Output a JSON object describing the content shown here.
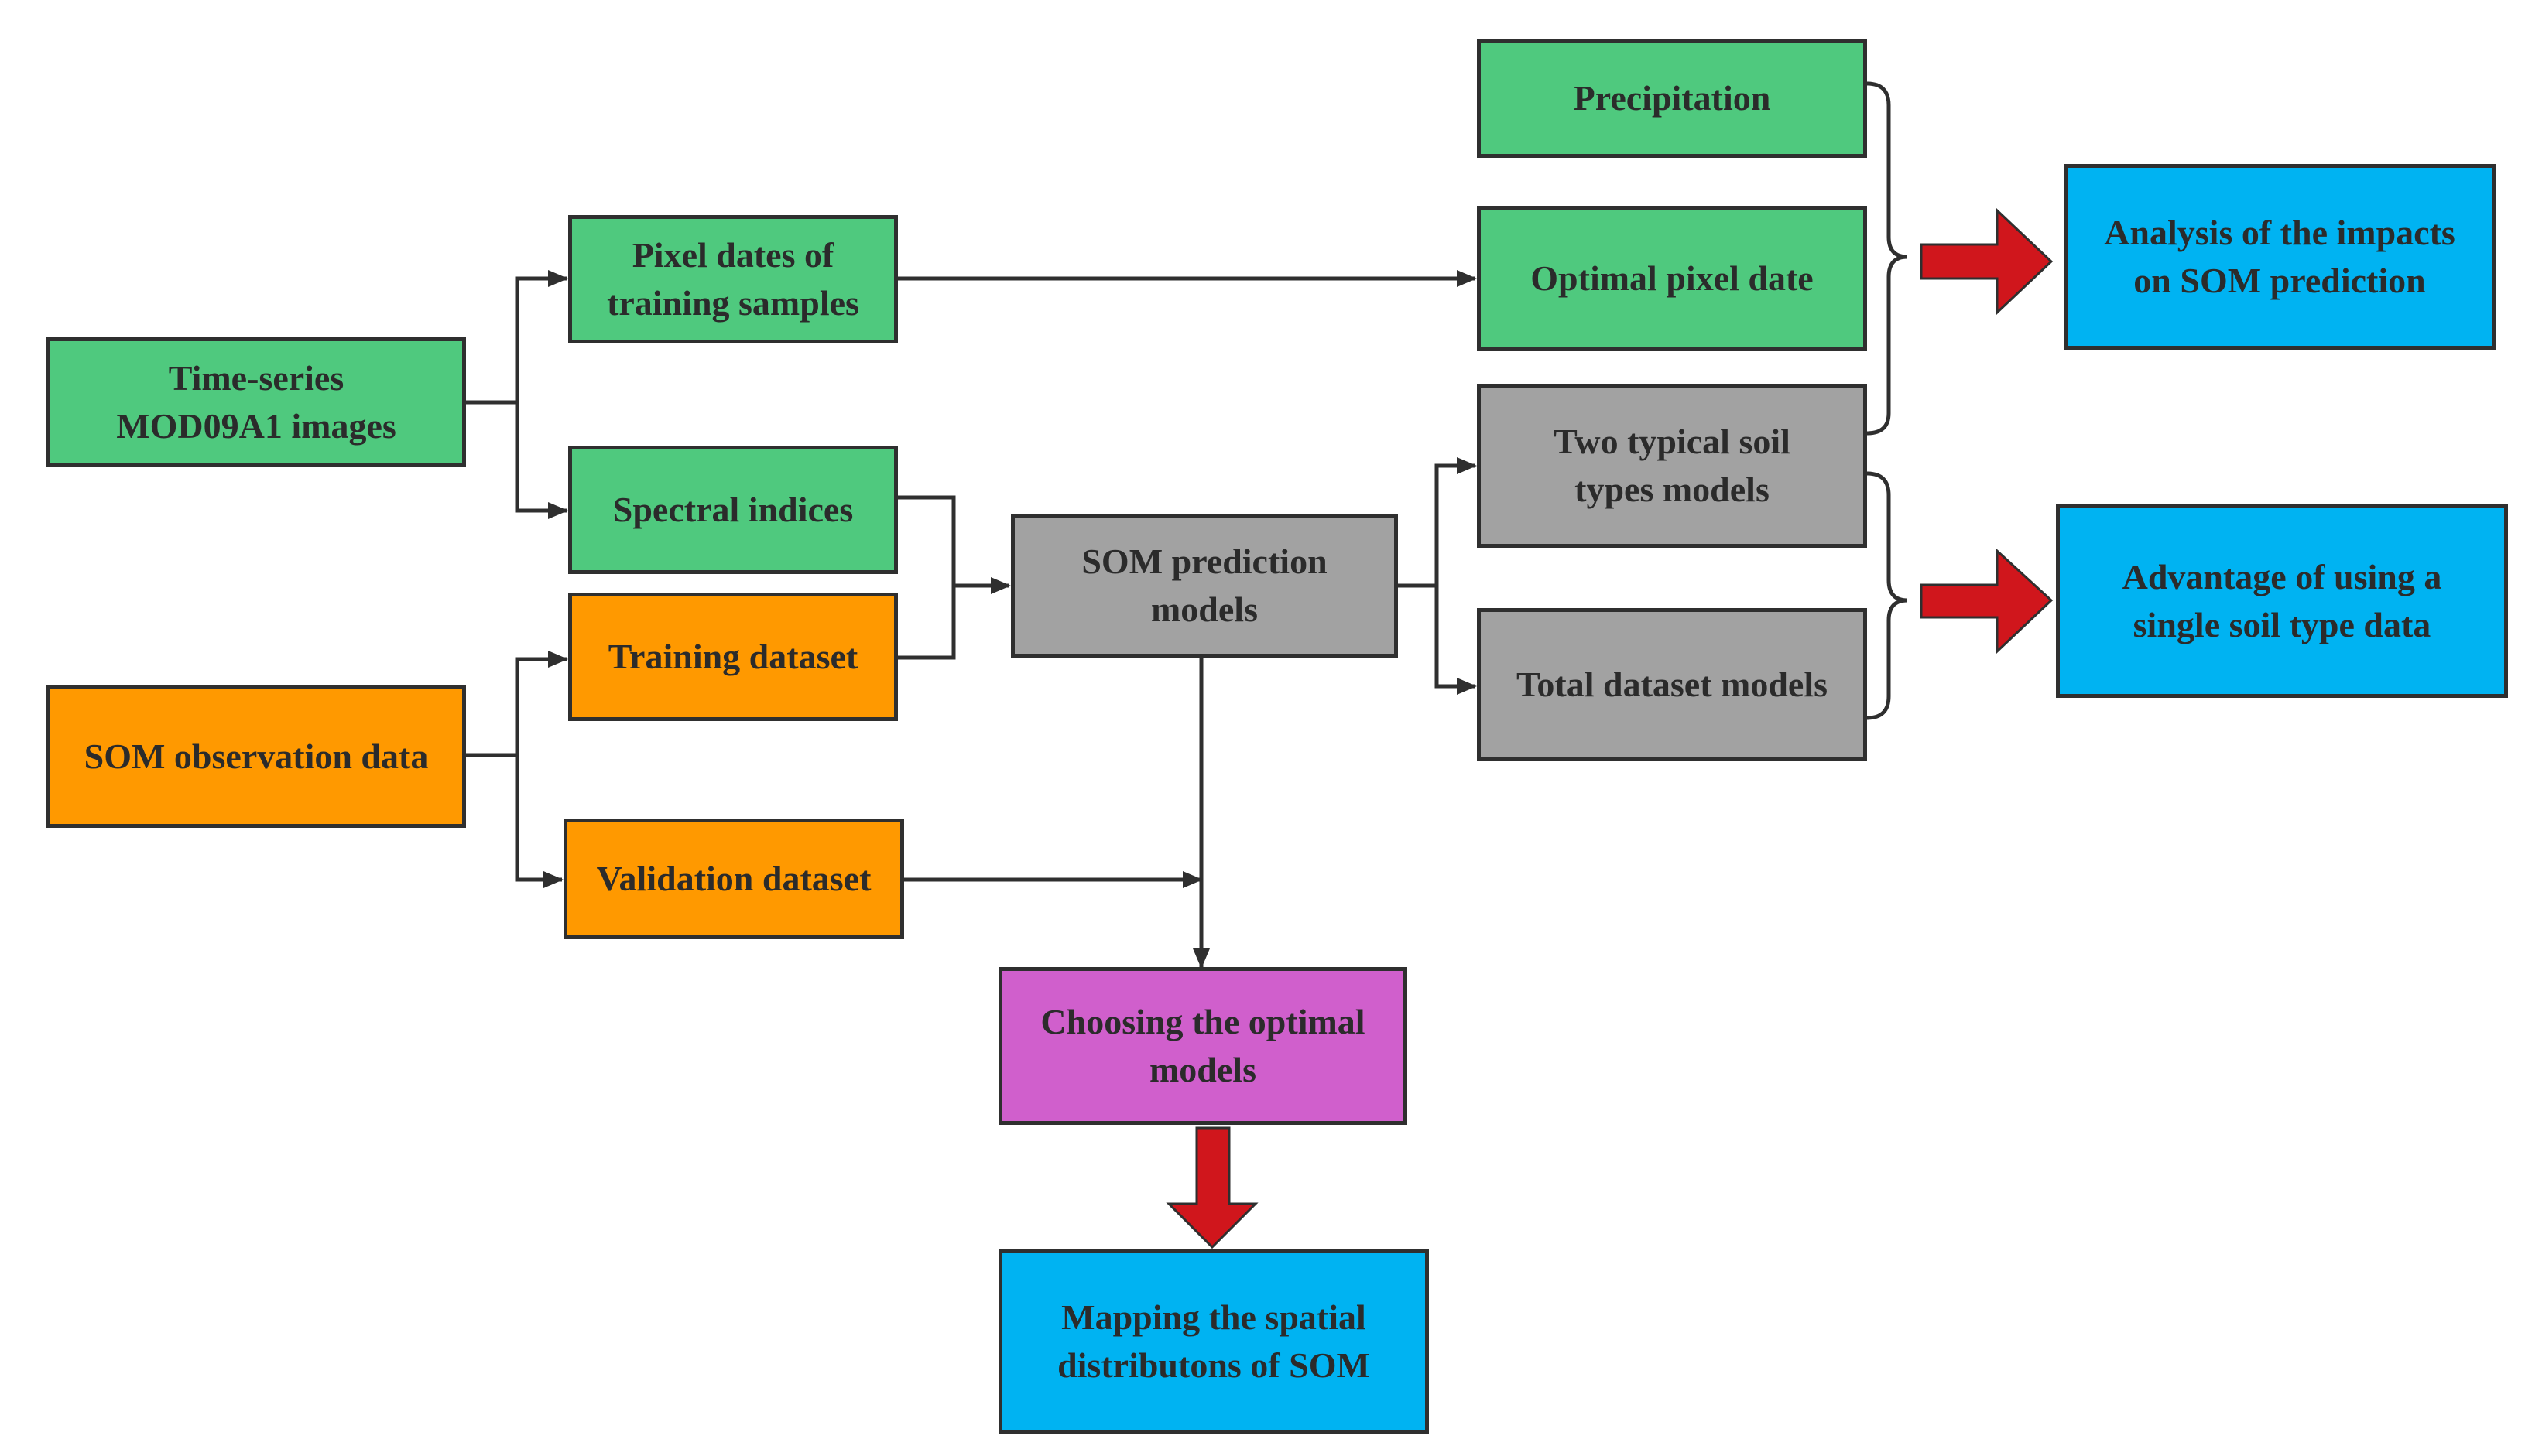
{
  "boxes": {
    "time_series": "Time-series\nMOD09A1 images",
    "pixel_dates": "Pixel dates  of\ntraining samples",
    "spectral_indices": "Spectral indices",
    "som_observation": "SOM observation data",
    "training_dataset": "Training dataset",
    "validation_dataset": "Validation dataset",
    "som_prediction": "SOM prediction\nmodels",
    "precipitation": "Precipitation",
    "optimal_pixel_date": "Optimal pixel date",
    "two_typical": "Two typical  soil\ntypes models",
    "total_dataset": "Total dataset models",
    "analysis_impacts": "Analysis of the impacts\non  SOM prediction",
    "advantage": "Advantage of using a\nsingle soil type data",
    "choosing": "Choosing the optimal\nmodels",
    "mapping": "Mapping the spatial\ndistributons of SOM"
  },
  "colors": {
    "green": "#4fc97e",
    "orange": "#ff9900",
    "gray": "#a2a2a2",
    "pink": "#d05fcc",
    "blue": "#00b3f2",
    "red_arrow": "#d0161c",
    "line": "#2f2f2f"
  }
}
